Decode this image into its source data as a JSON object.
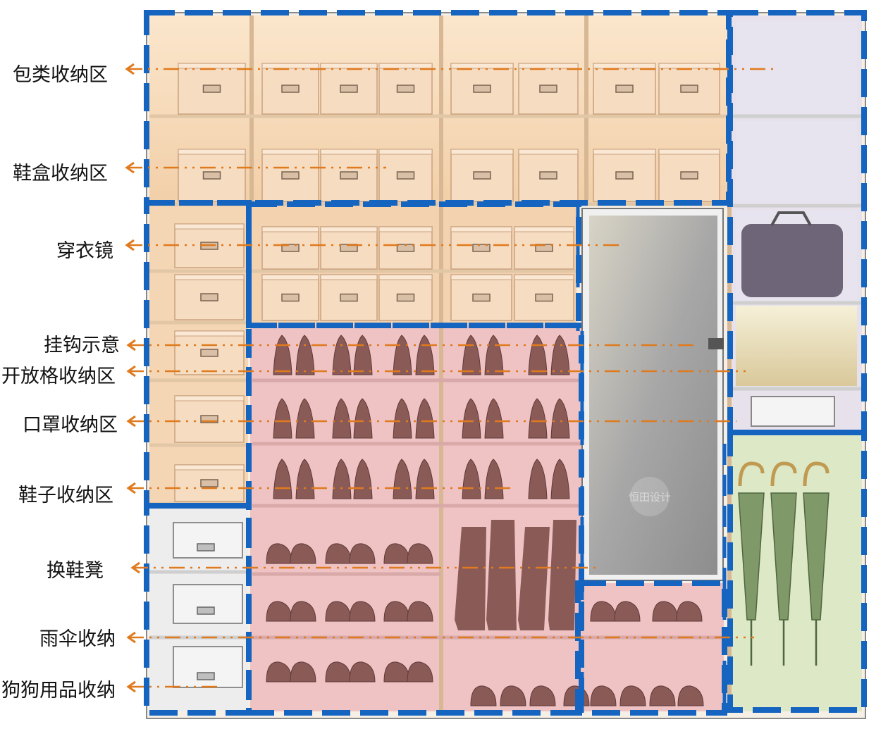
{
  "labels": [
    {
      "id": "bag",
      "text": "包类收纳区"
    },
    {
      "id": "shoebox",
      "text": "鞋盒收纳区"
    },
    {
      "id": "mirror",
      "text": "穿衣镜"
    },
    {
      "id": "hook",
      "text": "挂钩示意"
    },
    {
      "id": "open",
      "text": "开放格收纳区"
    },
    {
      "id": "mask",
      "text": "口罩收纳区"
    },
    {
      "id": "shoes",
      "text": "鞋子收纳区"
    },
    {
      "id": "bench",
      "text": "换鞋凳"
    },
    {
      "id": "umbrella",
      "text": "雨伞收纳"
    },
    {
      "id": "dog",
      "text": "狗狗用品收纳"
    }
  ],
  "watermark": "恒田设计",
  "colors": {
    "zone_border": "#1565c0",
    "leader_line": "#e07a1e",
    "box_zone": "#f5d2ae",
    "shoe_zone": "#efc1c1",
    "umbrella_zone": "#dde8c6",
    "mirror": "#9a9a9a",
    "shoe": "#8a5a57"
  },
  "icons": [
    "storage-box-icon",
    "high-heel-icon",
    "flat-shoe-icon",
    "boot-icon",
    "umbrella-icon",
    "handbag-icon",
    "mirror-handle-icon"
  ]
}
